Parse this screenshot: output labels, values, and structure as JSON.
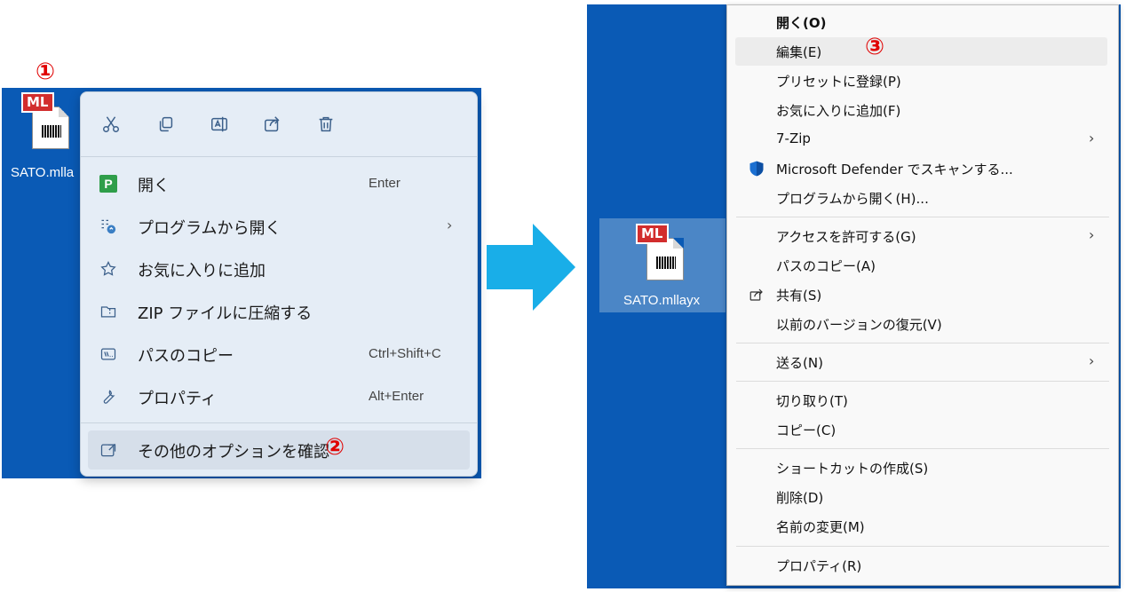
{
  "left": {
    "file_badge": "ML",
    "file_label": "SATO.mlla",
    "step_badge_1": "①",
    "step_badge_2": "②",
    "toolbar_icons": [
      "cut-icon",
      "copy-icon",
      "rename-icon",
      "share-icon",
      "delete-icon"
    ],
    "items": [
      {
        "label": "開く",
        "accel": "Enter",
        "icon": "p-app-icon"
      },
      {
        "label": "プログラムから開く",
        "accel": "",
        "submenu": true,
        "icon": "open-with-icon"
      },
      {
        "label": "お気に入りに追加",
        "accel": "",
        "icon": "star-icon"
      },
      {
        "label": "ZIP ファイルに圧縮する",
        "accel": "",
        "icon": "zip-icon"
      },
      {
        "label": "パスのコピー",
        "accel": "Ctrl+Shift+C",
        "icon": "copy-path-icon"
      },
      {
        "label": "プロパティ",
        "accel": "Alt+Enter",
        "icon": "wrench-icon"
      },
      {
        "label": "その他のオプションを確認",
        "accel": "",
        "icon": "more-options-icon"
      }
    ]
  },
  "right": {
    "file_badge": "ML",
    "file_label": "SATO.mllayx",
    "step_badge_3": "③",
    "items": [
      {
        "label": "開く(O)"
      },
      {
        "label": "編集(E)"
      },
      {
        "label": "プリセットに登録(P)"
      },
      {
        "label": "お気に入りに追加(F)"
      },
      {
        "label": "7-Zip",
        "submenu": true
      },
      {
        "label": "Microsoft Defender でスキャンする...",
        "icon": "defender-shield-icon"
      },
      {
        "label": "プログラムから開く(H)..."
      },
      {
        "label": "アクセスを許可する(G)",
        "submenu": true
      },
      {
        "label": "パスのコピー(A)"
      },
      {
        "label": "共有(S)",
        "icon": "share-icon"
      },
      {
        "label": "以前のバージョンの復元(V)"
      },
      {
        "label": "送る(N)",
        "submenu": true
      },
      {
        "label": "切り取り(T)"
      },
      {
        "label": "コピー(C)"
      },
      {
        "label": "ショートカットの作成(S)"
      },
      {
        "label": "削除(D)"
      },
      {
        "label": "名前の変更(M)"
      },
      {
        "label": "プロパティ(R)"
      }
    ]
  },
  "colors": {
    "desktop_blue": "#0a5ab5",
    "badge_red": "#e00000",
    "arrow_cyan": "#19aee8"
  }
}
